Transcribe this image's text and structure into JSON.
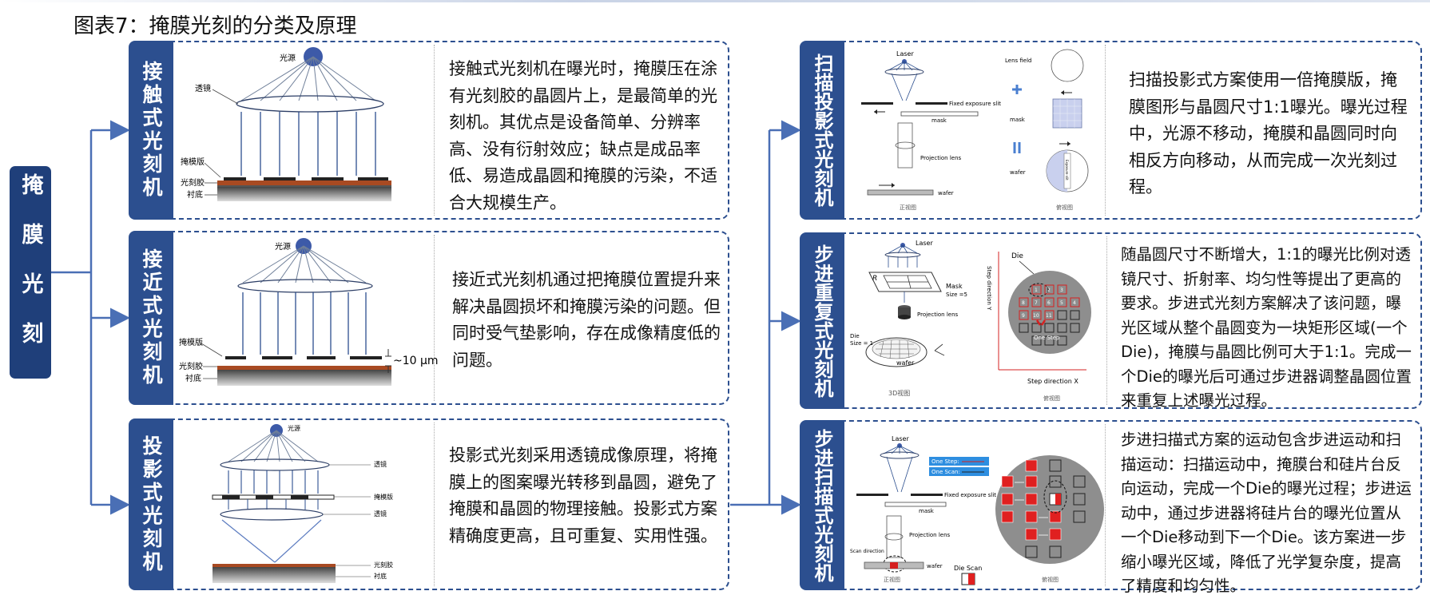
{
  "title": "图表7：掩膜光刻的分类及原理",
  "root_label": "掩膜光刻",
  "colors": {
    "accent": "#2c4f8f",
    "root": "#1f3f7a",
    "arrow": "#4a6fb5",
    "red": "#e02020"
  },
  "panels": [
    {
      "tab": "接触式光刻机",
      "description": "接触式光刻机在曝光时，掩膜压在涂有光刻胶的晶圆片上，是最简单的光刻机。其优点是设备简单、分辨率高、没有衍射效应；缺点是成品率低、易造成晶圆和掩膜的污染，不适合大规模生产。",
      "labels": {
        "source": "光源",
        "lens": "透镜",
        "mask": "掩模版",
        "resist": "光刻胶",
        "substrate": "衬底"
      }
    },
    {
      "tab": "接近式光刻机",
      "description": "接近式光刻机通过把掩膜位置提升来解决晶圆损坏和掩膜污染的问题。但同时受气垫影响，存在成像精度低的问题。",
      "labels": {
        "source": "光源",
        "mask": "掩模版",
        "resist": "光刻胶",
        "substrate": "衬底",
        "gap": "~10 μm"
      }
    },
    {
      "tab": "投影式光刻机",
      "description": "投影式光刻采用透镜成像原理，将掩膜上的图案曝光转移到晶圆，避免了掩膜和晶圆的物理接触。投影式方案精确度更高，且可重复、实用性强。",
      "labels": {
        "source": "光源",
        "lens1": "透镜",
        "mask": "掩模版",
        "lens2": "透镜",
        "resist": "光刻胶",
        "substrate": "衬底"
      }
    },
    {
      "tab": "扫描投影式光刻机",
      "description": "扫描投影式方案使用一倍掩膜版，掩膜图形与晶圆尺寸1:1曝光。曝光过程中，光源不移动，掩膜和晶圆同时向相反方向移动，从而完成一次光刻过程。",
      "labels": {
        "laser": "Laser",
        "slit": "Fixed exposure slit",
        "mask": "mask",
        "proj": "Projection lens",
        "wafer": "wafer",
        "front": "正视图",
        "lensfield": "Lens field",
        "mask2": "mask",
        "wafer2": "wafer",
        "top": "俯视图",
        "exposure": "Exposure slit"
      }
    },
    {
      "tab": "步进重复式光刻机",
      "description": "随晶圆尺寸不断增大，1:1的曝光比例对透镜尺寸、折射率、均匀性等提出了更高的要求。步进式光刻方案解决了该问题，曝光区域从整个晶圆变为一块矩形区域(一个Die)，掩膜与晶圆比例可大于1:1。完成一个Die的曝光后可通过步进器调整晶圆位置来重复上述曝光过程。",
      "labels": {
        "laser": "Laser",
        "mask": "Mask",
        "size5": "Size =5",
        "proj": "Projection lens",
        "die": "Die",
        "size1": "Size = 1",
        "wafer": "wafer",
        "view3d": "3D视图",
        "die2": "Die",
        "stepy": "Step direction Y",
        "stepx": "Step direction X",
        "onestep": "One Step",
        "top": "俯视图",
        "nums": [
          "1",
          "2",
          "3",
          "4",
          "5",
          "6",
          "7",
          "8",
          "9",
          "10",
          "11"
        ]
      }
    },
    {
      "tab": "步进扫描式光刻机",
      "description": "步进扫描式方案的运动包含步进运动和扫描运动：扫描运动中，掩膜台和硅片台反向运动，完成一个Die的曝光过程；步进运动中，通过步进器将硅片台的曝光位置从一个Die移动到下一个Die。该方案进一步缩小曝光区域，降低了光学复杂度，提高了精度和均匀性。",
      "labels": {
        "laser": "Laser",
        "onestep": "One Step:",
        "onescan": "One Scan:",
        "slit": "Fixed exposure slit",
        "mask": "mask",
        "proj": "Projection lens",
        "scandir": "Scan direction",
        "wafer": "wafer",
        "front": "正视图",
        "diescan": "Die Scan",
        "top": "俯视图"
      }
    }
  ]
}
